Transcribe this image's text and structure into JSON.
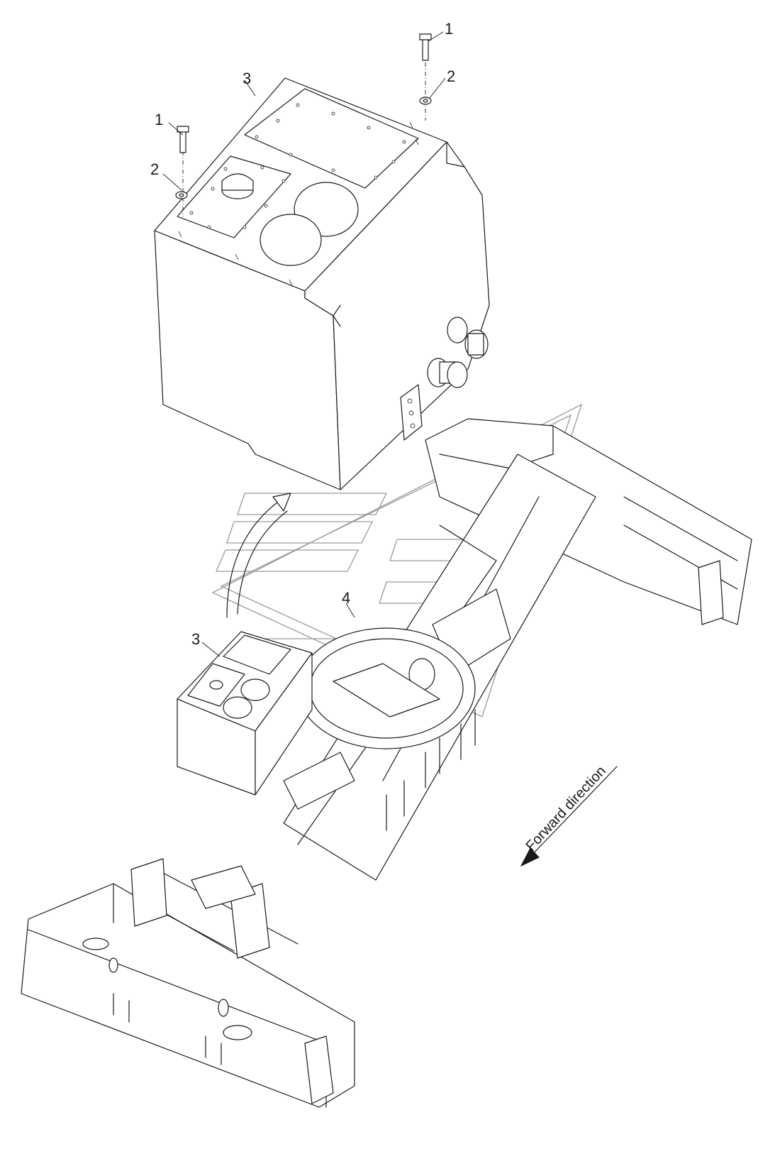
{
  "callouts": {
    "c1_top": "1",
    "c1_left": "1",
    "c2_top": "2",
    "c2_left": "2",
    "c3_top": "3",
    "c3_bottom": "3",
    "c4": "4"
  },
  "direction_label": "Forward direction"
}
